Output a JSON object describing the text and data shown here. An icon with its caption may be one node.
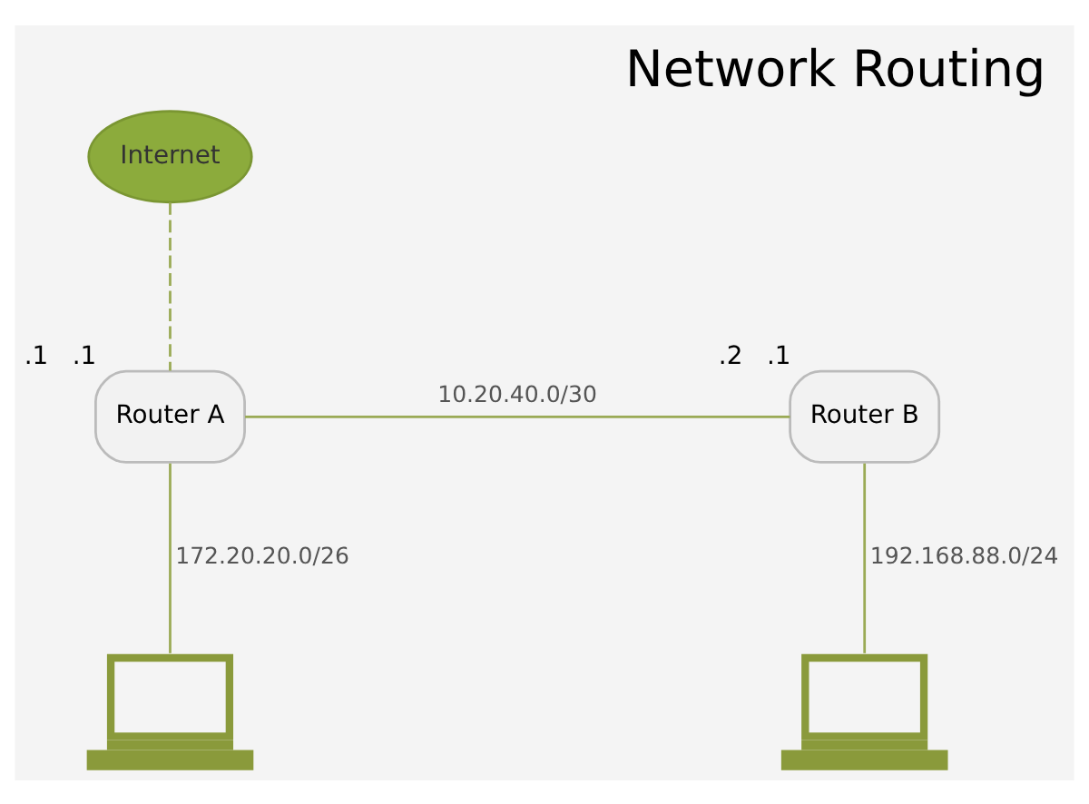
{
  "diagram": {
    "title": "Network Routing",
    "nodes": [
      {
        "text": [
          "Internet"
        ]
      },
      {
        "text": [
          "Router A"
        ],
        "beside": [
          ".1",
          ".1"
        ]
      },
      {
        "text": [
          "Router B"
        ],
        "beside": [
          ".2",
          ".1"
        ]
      },
      {
        "text": [],
        "shape": "picture"
      },
      {
        "text": [],
        "shape": "picture"
      }
    ],
    "edges": [
      {
        "from": 0,
        "to": 1,
        "arrow": "none",
        "style": "dashed"
      },
      {
        "from": 1,
        "to": 2,
        "arrow": "none",
        "label": "10.20.40.0/30"
      },
      {
        "from": 1,
        "to": 3,
        "arrow": "none",
        "label": "172.20.20.0/26"
      },
      {
        "from": 2,
        "to": 4,
        "arrow": "none",
        "label": "192.168.88.0/24"
      }
    ]
  }
}
